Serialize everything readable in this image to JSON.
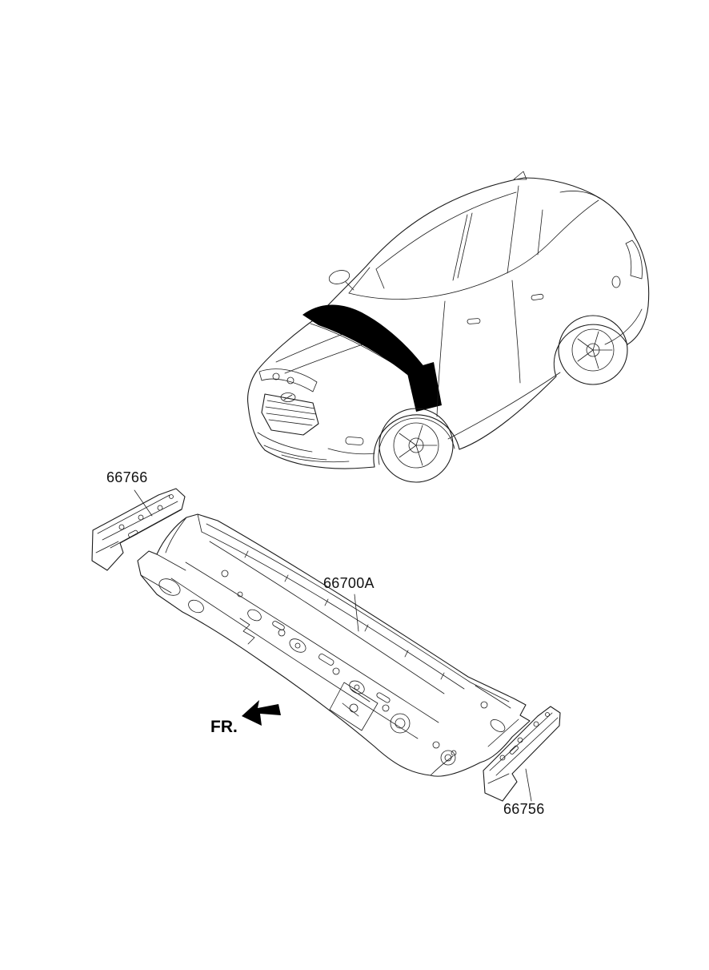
{
  "background_color": "#ffffff",
  "line_color": "#1c1c1c",
  "highlight_color": "#000000",
  "callouts": [
    {
      "part_no": "66766"
    },
    {
      "part_no": "66700A"
    },
    {
      "part_no": "66756"
    }
  ],
  "front_marker": {
    "label": "FR."
  }
}
